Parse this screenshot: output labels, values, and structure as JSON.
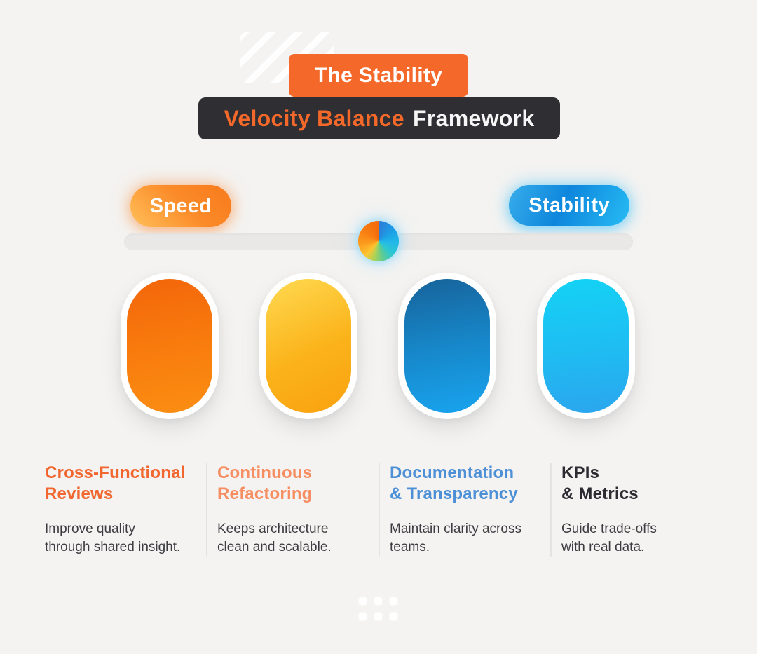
{
  "palette": {
    "background": "#F4F3F1",
    "accent_orange": "#F4682A",
    "badge_dark": "#2E2E33",
    "track_gray": "#E9E8E6",
    "body_text": "#3C3C42"
  },
  "header": {
    "badge_top_label": "The Stability",
    "badge_top_bg": "#F4682A",
    "badge_bottom_accent": "Velocity Balance",
    "badge_bottom_rest": "Framework",
    "badge_bottom_bg": "#2E2E33",
    "accent_color": "#F4682A",
    "stripes_icon": "diagonal-stripes"
  },
  "balance": {
    "left_label": "Speed",
    "right_label": "Stability",
    "left_pill_colors": [
      "#FFC05A",
      "#F87A1C"
    ],
    "right_pill_colors": [
      "#38AEEB",
      "#0E86DC",
      "#27BCF4"
    ],
    "knob_icon": "balance-pie-wheel"
  },
  "capsules": [
    {
      "id": "capsule-orange",
      "colors": [
        "#F3660A",
        "#FA8E13"
      ]
    },
    {
      "id": "capsule-amber",
      "colors": [
        "#FFDA52",
        "#F9A10F"
      ]
    },
    {
      "id": "capsule-deep-blue",
      "colors": [
        "#17639A",
        "#18A4EF"
      ]
    },
    {
      "id": "capsule-cyan",
      "colors": [
        "#14D2F5",
        "#2BA5EE"
      ]
    }
  ],
  "columns": [
    {
      "heading_lines": [
        "Cross-Functional",
        "Reviews"
      ],
      "heading_color": "#F2672F",
      "body_lines": [
        "Improve quality",
        "through shared insight."
      ]
    },
    {
      "heading_lines": [
        "Continuous",
        "Refactoring"
      ],
      "heading_color": "#F78E62",
      "body_lines": [
        "Keeps architecture",
        "clean and scalable."
      ]
    },
    {
      "heading_lines": [
        "Documentation",
        "& Transparency"
      ],
      "heading_color": "#4D90D6",
      "body_lines": [
        "Maintain clarity across",
        "teams."
      ]
    },
    {
      "heading_lines": [
        "KPIs",
        "& Metrics"
      ],
      "heading_color": "#2B2B31",
      "body_lines": [
        "Guide trade-offs",
        "with real data."
      ]
    }
  ],
  "footer": {
    "dots_icon": "dot-grid"
  }
}
